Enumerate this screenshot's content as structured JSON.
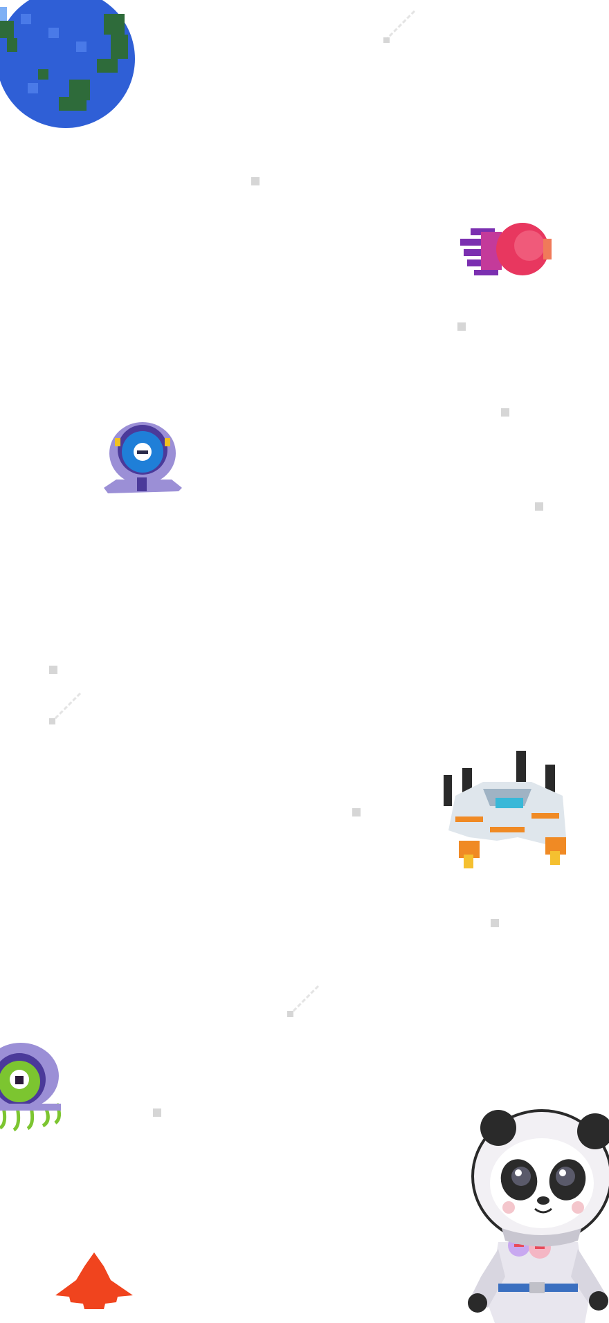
{
  "scene": {
    "background": "#ffffff",
    "star_color": "#d6d6d6",
    "sprites": [
      {
        "name": "planet-earth-sprite",
        "icon": "planet-earth-icon"
      },
      {
        "name": "comet-sprite",
        "icon": "comet-icon"
      },
      {
        "name": "blue-alien-ufo-sprite",
        "icon": "ufo-icon"
      },
      {
        "name": "white-spaceship-sprite",
        "icon": "spaceship-icon"
      },
      {
        "name": "green-alien-ufo-sprite",
        "icon": "ufo-icon"
      },
      {
        "name": "red-arrow-ship-sprite",
        "icon": "arrow-ship-icon"
      },
      {
        "name": "astronaut-panda-sprite",
        "icon": "panda-astronaut-icon"
      }
    ]
  },
  "colors": {
    "planet_ocean": "#2f5fd6",
    "planet_land": "#2e6b3a",
    "comet_core": "#e8375f",
    "comet_tail": "#7b2fb0",
    "ufo_blue": "#1f7fd8",
    "ufo_purple": "#9b8fd6",
    "ufo_green": "#7cc530",
    "ship_orange": "#f08a24",
    "arrow_red": "#f0441e"
  }
}
